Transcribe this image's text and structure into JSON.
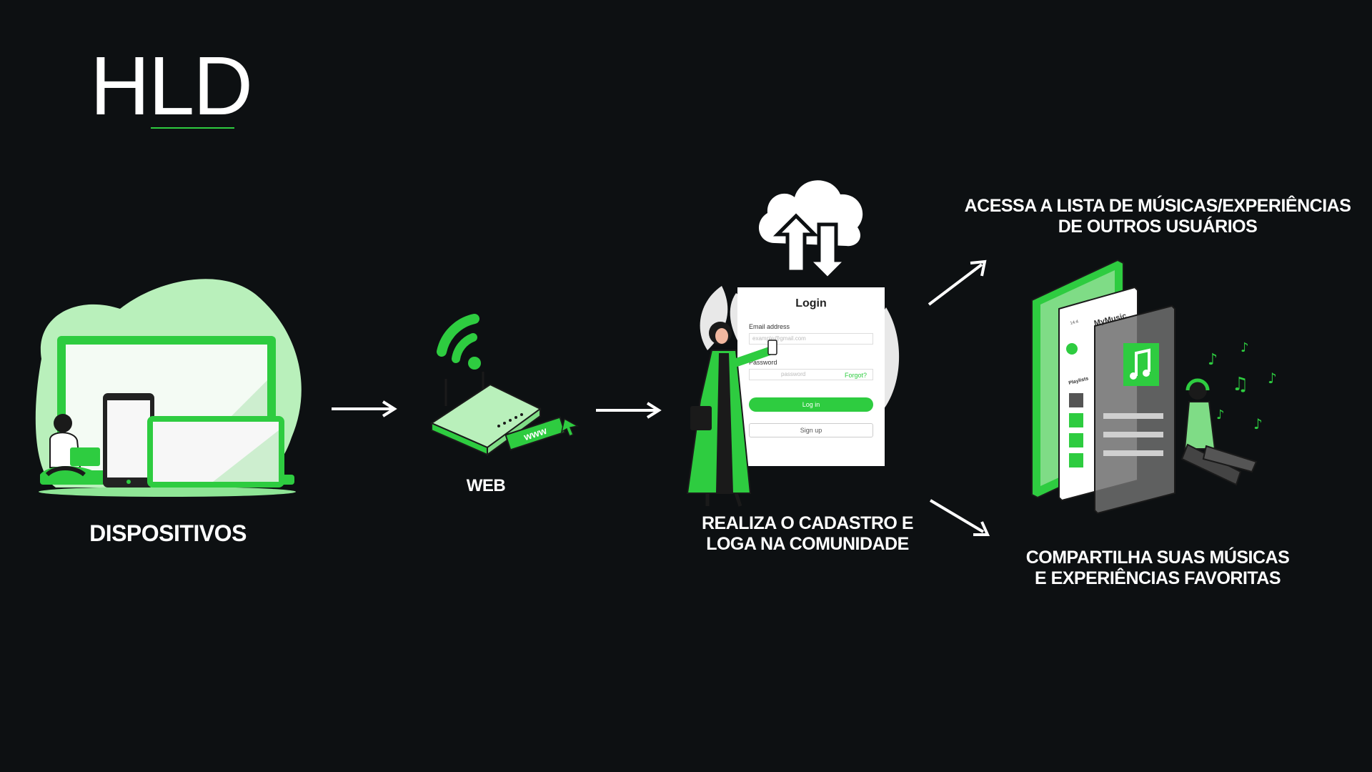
{
  "title": "HLD",
  "colors": {
    "background": "#0d1012",
    "accent": "#2ecc40",
    "accent_light": "#b9f0bb",
    "text": "#ffffff"
  },
  "nodes": {
    "devices": {
      "label": "DISPOSITIVOS"
    },
    "web": {
      "label": "WEB",
      "www_tag": "www"
    },
    "login": {
      "label_lines": [
        "REALIZA O CADASTRO E",
        "LOGA NA COMUNIDADE"
      ],
      "form": {
        "title": "Login",
        "email_label": "Email address",
        "email_placeholder": "example@gmail.com",
        "password_label": "Password",
        "password_placeholder": "password",
        "forgot_link": "Forgot?",
        "login_button": "Log in",
        "signup_button": "Sign up"
      }
    },
    "access": {
      "label_lines": [
        "ACESSA A LISTA DE MÚSICAS/EXPERIÊNCIAS",
        "DE OUTROS USUÁRIOS"
      ]
    },
    "share": {
      "label_lines": [
        "COMPARTILHA SUAS MÚSICAS",
        "E EXPERIÊNCIAS FAVORITAS"
      ]
    },
    "music_app": {
      "title": "MyMusic",
      "tab": "Playlists",
      "status": "14:4"
    }
  }
}
